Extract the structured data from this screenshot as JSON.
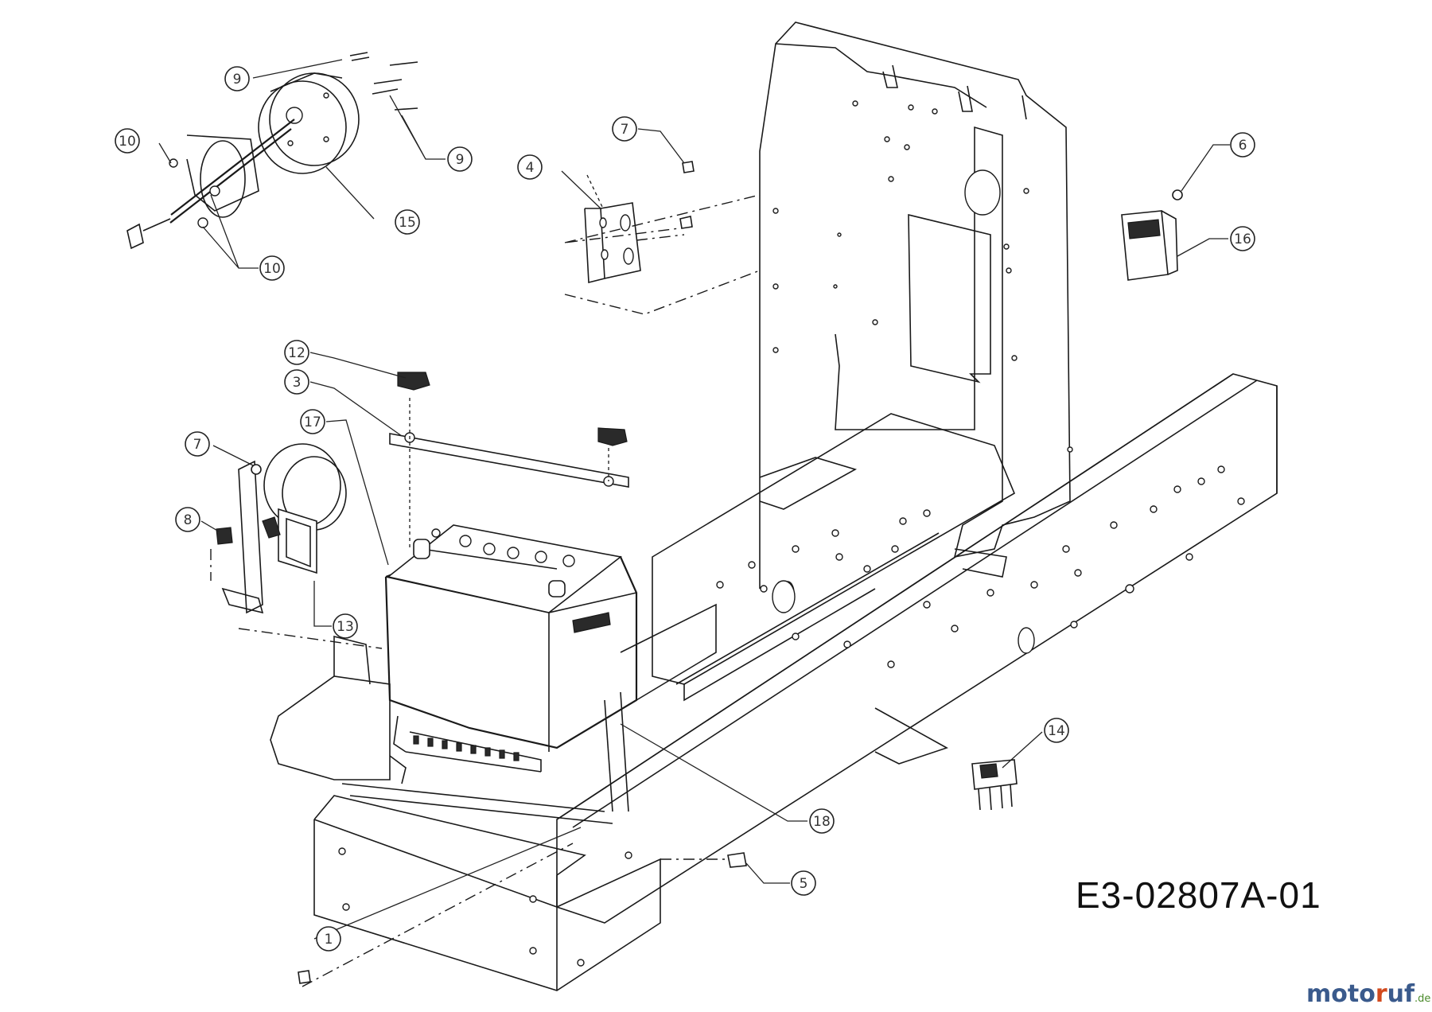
{
  "drawing_code": "E3-02807A-01",
  "watermark": {
    "part1": "moto",
    "part2": "r",
    "part3": "uf",
    "part4": ".de"
  },
  "callouts": [
    {
      "id": "c9a",
      "label": "9"
    },
    {
      "id": "c10a",
      "label": "10"
    },
    {
      "id": "c9b",
      "label": "9"
    },
    {
      "id": "c15",
      "label": "15"
    },
    {
      "id": "c10b",
      "label": "10"
    },
    {
      "id": "c7a",
      "label": "7"
    },
    {
      "id": "c4",
      "label": "4"
    },
    {
      "id": "c6",
      "label": "6"
    },
    {
      "id": "c16",
      "label": "16"
    },
    {
      "id": "c12",
      "label": "12"
    },
    {
      "id": "c3",
      "label": "3"
    },
    {
      "id": "c17",
      "label": "17"
    },
    {
      "id": "c7b",
      "label": "7"
    },
    {
      "id": "c8",
      "label": "8"
    },
    {
      "id": "c13",
      "label": "13"
    },
    {
      "id": "c14",
      "label": "14"
    },
    {
      "id": "c18",
      "label": "18"
    },
    {
      "id": "c5",
      "label": "5"
    },
    {
      "id": "c1",
      "label": "1"
    }
  ]
}
